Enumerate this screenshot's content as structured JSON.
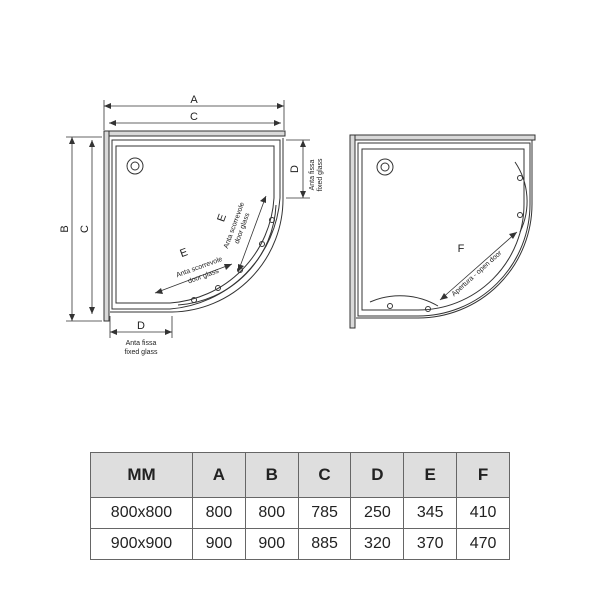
{
  "diagram_left": {
    "dim_a": "A",
    "dim_c_top": "C",
    "dim_b": "B",
    "dim_c_side": "C",
    "dim_d_right": "D",
    "dim_d_bottom": "D",
    "dim_e_upper": "E",
    "dim_e_lower": "E",
    "fixed_glass_right_it": "Anta fissa",
    "fixed_glass_right_en": "fixed glass",
    "fixed_glass_bottom_it": "Anta fissa",
    "fixed_glass_bottom_en": "fixed glass",
    "door_upper_it": "Anta scorrevole",
    "door_upper_en": "door glass",
    "door_lower_it": "Anta scorrevole",
    "door_lower_en": "door glass"
  },
  "diagram_right": {
    "dim_f": "F",
    "open_door": "Apertura - open door"
  },
  "table": {
    "headers": [
      "MM",
      "A",
      "B",
      "C",
      "D",
      "E",
      "F"
    ],
    "rows": [
      [
        "800x800",
        "800",
        "800",
        "785",
        "250",
        "345",
        "410"
      ],
      [
        "900x900",
        "900",
        "900",
        "885",
        "320",
        "370",
        "470"
      ]
    ]
  }
}
